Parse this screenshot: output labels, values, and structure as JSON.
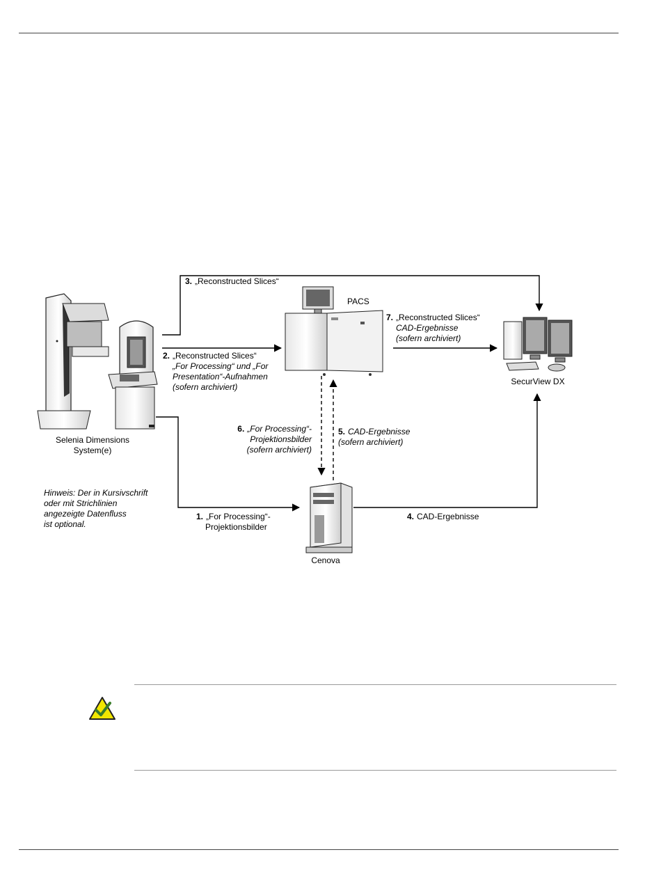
{
  "diagram": {
    "nodes": {
      "selenia": {
        "label_line1": "Selenia Dimensions",
        "label_line2": "System(e)"
      },
      "pacs": {
        "label": "PACS"
      },
      "securview": {
        "label": "SecurView DX"
      },
      "cenova": {
        "label": "Cenova"
      }
    },
    "flows": {
      "f1": {
        "num": "1.",
        "line1": "„For Processing“-",
        "line2": "Projektionsbilder"
      },
      "f2": {
        "num": "2.",
        "line1": "„Reconstructed Slices“",
        "line2": "„For Processing“ und „For",
        "line3": "Presentation“-Aufnahmen",
        "line4": "(sofern archiviert)"
      },
      "f3": {
        "num": "3.",
        "line1": "„Reconstructed Slices“"
      },
      "f4": {
        "num": "4.",
        "line1": "CAD-Ergebnisse"
      },
      "f5": {
        "num": "5.",
        "line1": "CAD-Ergebnisse",
        "line2": "(sofern archiviert)"
      },
      "f6": {
        "num": "6.",
        "line1": "„For Processing“-",
        "line2": "Projektionsbilder",
        "line3": "(sofern archiviert)"
      },
      "f7": {
        "num": "7.",
        "line1": "„Reconstructed Slices“",
        "line2": "CAD-Ergebnisse",
        "line3": "(sofern archiviert)"
      }
    },
    "hint": {
      "line1": "Hinweis: Der in Kursivschrift",
      "line2": "oder mit Strichlinien",
      "line3": "angezeigte Datenfluss",
      "line4": "ist optional."
    }
  },
  "note_icon": "checkmark-note-icon",
  "colors": {
    "note_icon_fill": "#f2e600",
    "note_icon_check": "#3a7d2a"
  }
}
